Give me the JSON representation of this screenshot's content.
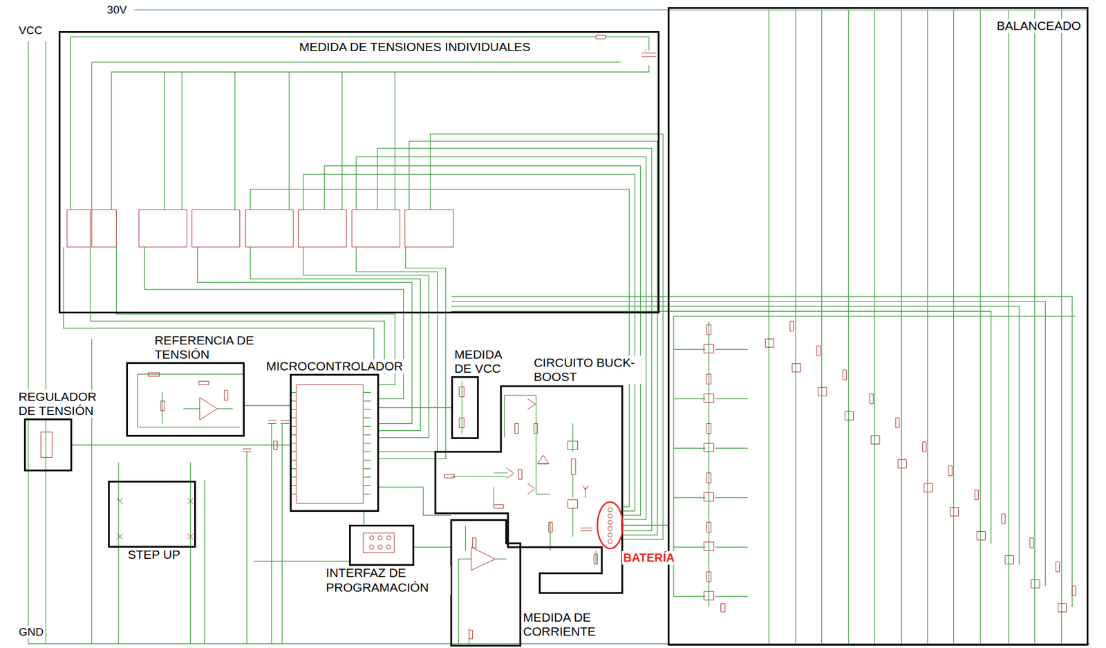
{
  "diagram": {
    "nodes": [
      {
        "text": [
          "MEDIDA DE TENSIONES INDIVIDUALES"
        ]
      },
      {
        "text": [
          "BALANCEADO"
        ]
      },
      {
        "text": [
          "REFERENCIA DE TENSIÓN"
        ]
      },
      {
        "text": [
          "MICROCONTROLADOR"
        ]
      },
      {
        "text": [
          "MEDIDA DE VCC"
        ]
      },
      {
        "text": [
          "CIRCUITO BUCK-BOOST"
        ]
      },
      {
        "text": [
          "REGULADOR DE TENSIÓN"
        ]
      },
      {
        "text": [
          "STEP UP"
        ]
      },
      {
        "text": [
          "BATERÍA"
        ]
      },
      {
        "text": [
          "INTERFAZ DE PROGRAMACIÓN"
        ]
      },
      {
        "text": [
          "MEDIDA DE CORRIENTE"
        ]
      }
    ],
    "edges": [
      {
        "from": 6,
        "to": 3,
        "arrow": "none"
      },
      {
        "from": 2,
        "to": 3,
        "arrow": "none"
      },
      {
        "from": 3,
        "to": 4,
        "arrow": "none"
      },
      {
        "from": 3,
        "to": 9,
        "arrow": "none"
      },
      {
        "from": 8,
        "to": 1,
        "arrow": "none"
      }
    ],
    "labels": [
      "30V",
      "VCC",
      "GND"
    ]
  }
}
